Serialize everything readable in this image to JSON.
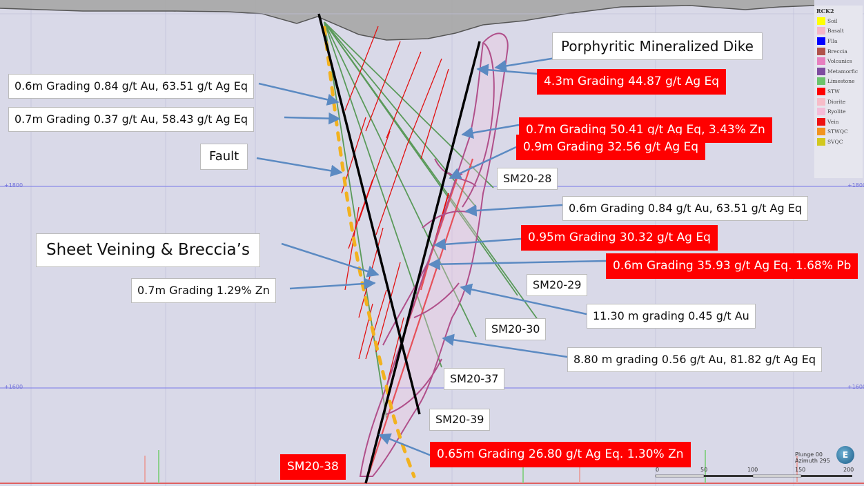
{
  "labels": {
    "dike": "Porphyritic Mineralized Dike",
    "w1": "0.6m Grading 0.84 g/t Au, 63.51 g/t Ag Eq",
    "w2": "0.7m Grading 0.37 g/t Au, 58.43 g/t Ag Eq",
    "fault": "Fault",
    "sheet": "Sheet Veining & Breccia’s",
    "w3": "0.7m Grading 1.29% Zn",
    "r1": "4.3m Grading 44.87 g/t Ag Eq",
    "r2": "0.7m Grading 50.41 g/t Ag Eq, 3.43% Zn",
    "r3": "0.9m Grading 32.56 g/t Ag Eq",
    "w4": "0.6m Grading 0.84 g/t Au, 63.51 g/t Ag Eq",
    "r4": "0.95m Grading 30.32 g/t Ag Eq",
    "r5": "0.6m Grading 35.93 g/t Ag Eq. 1.68% Pb",
    "w5": "11.30 m grading 0.45 g/t Au",
    "w6": "8.80 m grading 0.56 g/t Au, 81.82 g/t Ag Eq",
    "r6": "0.65m Grading 26.80 g/t Ag Eq. 1.30% Zn"
  },
  "holes": {
    "h28": "SM20-28",
    "h29": "SM20-29",
    "h30": "SM20-30",
    "h37": "SM20-37",
    "h39": "SM20-39",
    "h38": "SM20-38"
  },
  "legend": {
    "title": "RCK2",
    "items": [
      {
        "name": "Soil",
        "color": "#ffff00"
      },
      {
        "name": "Basalt",
        "color": "#f4b6c8"
      },
      {
        "name": "Flla",
        "color": "#0000ff"
      },
      {
        "name": "Breccia",
        "color": "#b0524a"
      },
      {
        "name": "Volcanics",
        "color": "#e77fbf"
      },
      {
        "name": "Metamorfic",
        "color": "#7e4ca0"
      },
      {
        "name": "Limestone",
        "color": "#6cc46c"
      },
      {
        "name": "STW",
        "color": "#ff0000"
      },
      {
        "name": "Diorite",
        "color": "#f7bcc8"
      },
      {
        "name": "Ryolite",
        "color": "#f4bcd8"
      },
      {
        "name": "Vein",
        "color": "#ee1111"
      },
      {
        "name": "STWQC",
        "color": "#f2941f"
      },
      {
        "name": "SVQC",
        "color": "#d2c81e"
      }
    ]
  },
  "view": {
    "plunge": "Plunge 00",
    "azimuth": "Azimuth 295",
    "compass": "E"
  },
  "elevations": {
    "e1": "+1800",
    "e2": "+1600"
  },
  "scale": {
    "t0": "0",
    "t50": "50",
    "t100": "100",
    "t150": "150",
    "t200": "200"
  },
  "colors": {
    "red_label": "#ff0000",
    "arrow": "#5b8ac2",
    "background": "#d9d9e8",
    "dike": "#c8649a",
    "fault": "#f2b21f",
    "drill_green": "#5a9a5a"
  }
}
